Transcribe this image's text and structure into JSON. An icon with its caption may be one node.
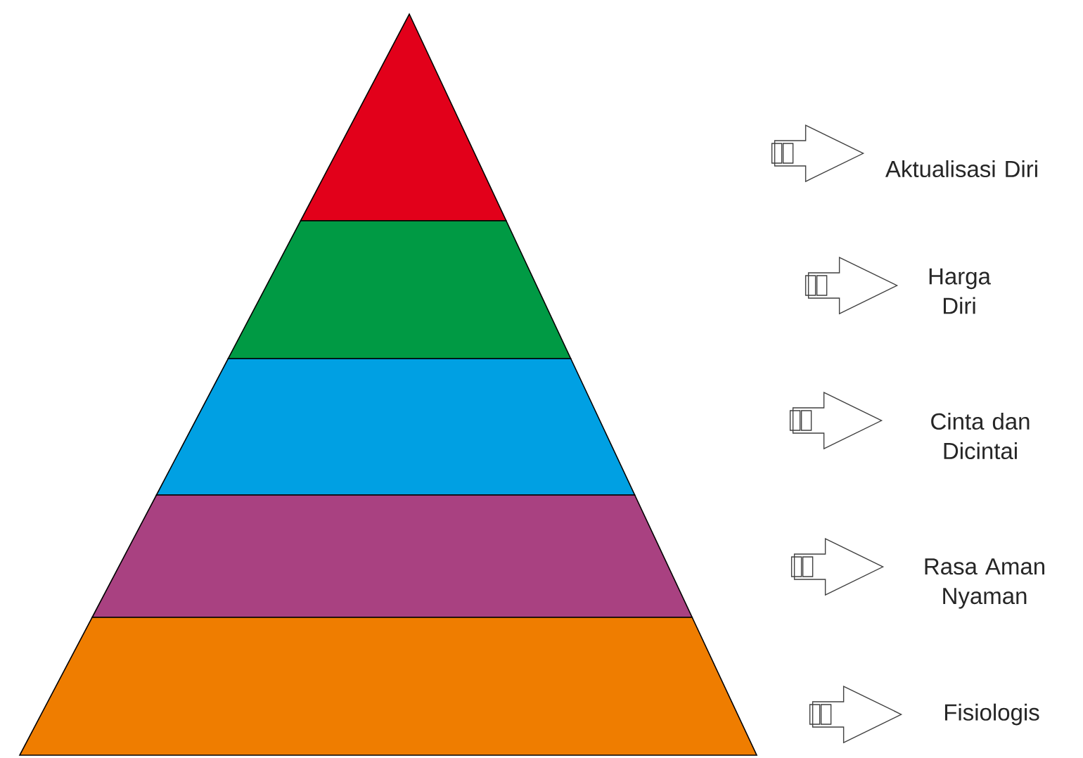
{
  "diagram": {
    "labels": [
      "Aktualisasi Diri",
      "Harga Diri",
      "Cinta dan Dicintai",
      "Rasa Aman Nyaman",
      "Fisiologis"
    ]
  }
}
